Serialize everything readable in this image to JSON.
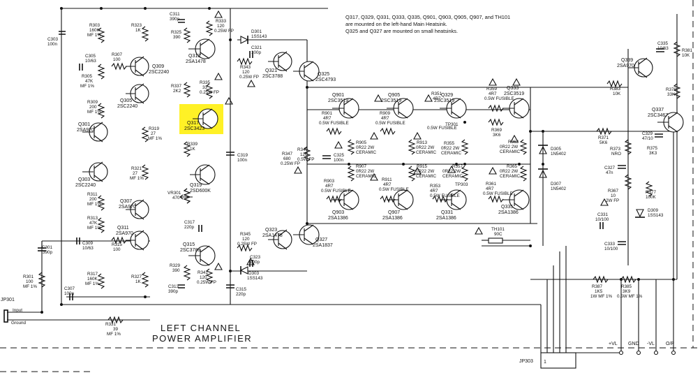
{
  "title": {
    "line1": "LEFT CHANNEL",
    "line2": "POWER AMPLIFIER"
  },
  "notes": [
    "Q317, Q329, Q331, Q333, Q335, Q901, Q903, Q905, Q907, and TH101",
    "are mounted on the left-hand Main Heatsink.",
    "Q325 and Q327 are mounted on small heatsinks."
  ],
  "highlight_color": "#ffee00",
  "jp301": {
    "name": "JP301",
    "input": "Input",
    "ground": "Ground"
  },
  "jp303": {
    "name": "JP303",
    "pin1": "1"
  },
  "output_labels": [
    "+VL",
    "GND",
    "-VL",
    "O/P"
  ],
  "transistors": [
    {
      "ref": "Q301",
      "part": "2SA970"
    },
    {
      "ref": "Q303",
      "part": "2SC2240"
    },
    {
      "ref": "Q305",
      "part": "2SC2240"
    },
    {
      "ref": "Q307",
      "part": "2SA970"
    },
    {
      "ref": "Q309",
      "part": "2SC2240"
    },
    {
      "ref": "Q311",
      "part": "2SA970"
    },
    {
      "ref": "Q313",
      "part": "2SA1478"
    },
    {
      "ref": "Q315",
      "part": "2SC3788"
    },
    {
      "ref": "Q317",
      "part": "2SC3423"
    },
    {
      "ref": "Q319",
      "part": "2SD600K"
    },
    {
      "ref": "Q321",
      "part": "2SC3788"
    },
    {
      "ref": "Q323",
      "part": "2SA1478"
    },
    {
      "ref": "Q325",
      "part": "2SC4793"
    },
    {
      "ref": "Q327",
      "part": "2SA1837"
    },
    {
      "ref": "Q329",
      "part": "2SC3519"
    },
    {
      "ref": "Q331",
      "part": "2SA1386"
    },
    {
      "ref": "Q333",
      "part": "2SC3519"
    },
    {
      "ref": "Q335",
      "part": "2SA1386"
    },
    {
      "ref": "Q337",
      "part": "2SC3467"
    },
    {
      "ref": "Q339",
      "part": "2SA970"
    },
    {
      "ref": "Q901",
      "part": "2SC3519"
    },
    {
      "ref": "Q903",
      "part": "2SA1386"
    },
    {
      "ref": "Q905",
      "part": "2SC3519"
    },
    {
      "ref": "Q907",
      "part": "2SA1386"
    }
  ],
  "resistors": [
    {
      "ref": "R301",
      "val": "100",
      "note": "MF 1%"
    },
    {
      "ref": "R303",
      "val": "160K",
      "note": "MF 1%"
    },
    {
      "ref": "R305",
      "val": "47K",
      "note": "MF 1%"
    },
    {
      "ref": "R307",
      "val": "100"
    },
    {
      "ref": "R309",
      "val": "200",
      "note": "MF 1%"
    },
    {
      "ref": "R311",
      "val": "200",
      "note": "MF 1%"
    },
    {
      "ref": "R313",
      "val": "47K",
      "note": "MF 1%"
    },
    {
      "ref": "R315",
      "val": "100"
    },
    {
      "ref": "R317",
      "val": "160K",
      "note": "MF 1%"
    },
    {
      "ref": "R319",
      "val": "27",
      "note": "MF 1%"
    },
    {
      "ref": "R321",
      "val": "27",
      "note": "MF 1%"
    },
    {
      "ref": "R323",
      "val": "1K"
    },
    {
      "ref": "R325",
      "val": "390"
    },
    {
      "ref": "R327",
      "val": "1K"
    },
    {
      "ref": "R329",
      "val": "390"
    },
    {
      "ref": "R331",
      "val": "39",
      "note": "MF 1%"
    },
    {
      "ref": "R333",
      "val": "120",
      "note": "0.25W FP"
    },
    {
      "ref": "R335",
      "val": "33",
      "note": "0.25W FP"
    },
    {
      "ref": "R337",
      "val": "2K2"
    },
    {
      "ref": "R339",
      "val": "1K"
    },
    {
      "ref": "R341",
      "val": "120",
      "note": "0.25W FP"
    },
    {
      "ref": "R343",
      "val": "120",
      "note": "0.25W FP"
    },
    {
      "ref": "R345",
      "val": "120",
      "note": "0.25W FP"
    },
    {
      "ref": "R347",
      "val": "680",
      "note": "0.25W FP"
    },
    {
      "ref": "R349",
      "val": "120",
      "note": "0.5W FP"
    },
    {
      "ref": "R351",
      "val": "4R7",
      "note": "0.5W FUSIBLE"
    },
    {
      "ref": "R353",
      "val": "4R7",
      "note": "0.5W FUSIBLE"
    },
    {
      "ref": "R355",
      "val": "0R22 2W",
      "note": "CERAMIC"
    },
    {
      "ref": "R357",
      "val": "0R22 2W",
      "note": "CERAMIC"
    },
    {
      "ref": "R359",
      "val": "4R7",
      "note": "0.5W FUSIBLE"
    },
    {
      "ref": "R361",
      "val": "4R7",
      "note": "0.5W FUSIBLE"
    },
    {
      "ref": "R363",
      "val": "0R22 2W",
      "note": "CERAMIC"
    },
    {
      "ref": "R365",
      "val": "0R22 2W",
      "note": "CERAMIC"
    },
    {
      "ref": "R367",
      "val": "10",
      "note": "2W FP"
    },
    {
      "ref": "R369",
      "val": "3K6"
    },
    {
      "ref": "R371",
      "val": "5K6"
    },
    {
      "ref": "R373",
      "val": "NRO"
    },
    {
      "ref": "R375",
      "val": "3K3"
    },
    {
      "ref": "R377",
      "val": "100K"
    },
    {
      "ref": "R379",
      "val": "33K"
    },
    {
      "ref": "R381",
      "val": "10K"
    },
    {
      "ref": "R383",
      "val": "10K"
    },
    {
      "ref": "R385",
      "val": "3K9",
      "note": "0.5W MF 1%"
    },
    {
      "ref": "R387",
      "val": "1K5",
      "note": "1W MF 1%"
    },
    {
      "ref": "R901",
      "val": "4R7",
      "note": "0.5W FUSIBLE"
    },
    {
      "ref": "R903",
      "val": "4R7",
      "note": "0.5W FUSIBLE"
    },
    {
      "ref": "R905",
      "val": "0R22 2W",
      "note": "CERAMIC"
    },
    {
      "ref": "R907",
      "val": "0R22 2W",
      "note": "CERAMIC"
    },
    {
      "ref": "R909",
      "val": "4R7",
      "note": "0.5W FUSIBLE"
    },
    {
      "ref": "R911",
      "val": "4R7",
      "note": "0.5W FUSIBLE"
    },
    {
      "ref": "R913",
      "val": "0R22 2W",
      "note": "CERAMIC"
    },
    {
      "ref": "R915",
      "val": "0R22 2W",
      "note": "CERAMIC"
    }
  ],
  "capacitors": [
    {
      "ref": "C301",
      "val": "390p"
    },
    {
      "ref": "C303",
      "val": "100n"
    },
    {
      "ref": "C305",
      "val": "10/63"
    },
    {
      "ref": "C307",
      "val": "100n"
    },
    {
      "ref": "C309",
      "val": "10/63"
    },
    {
      "ref": "C311",
      "val": "390p"
    },
    {
      "ref": "C313",
      "val": "390p"
    },
    {
      "ref": "C315",
      "val": "220p"
    },
    {
      "ref": "C317",
      "val": "220p"
    },
    {
      "ref": "C319",
      "val": "100n"
    },
    {
      "ref": "C321",
      "val": "100p"
    },
    {
      "ref": "C323",
      "val": "100p"
    },
    {
      "ref": "C325",
      "val": "100n"
    },
    {
      "ref": "C327",
      "val": "47n"
    },
    {
      "ref": "C329",
      "val": "47/10"
    },
    {
      "ref": "C331",
      "val": "10/100"
    },
    {
      "ref": "C333",
      "val": "10/100"
    },
    {
      "ref": "C335",
      "val": "10/63"
    }
  ],
  "diodes": [
    {
      "ref": "D301",
      "part": "1SS143"
    },
    {
      "ref": "D303",
      "part": "1SS143"
    },
    {
      "ref": "D305",
      "part": "1N5402"
    },
    {
      "ref": "D307",
      "part": "1N5402"
    },
    {
      "ref": "D309",
      "part": "1SS143"
    }
  ],
  "others": [
    {
      "ref": "VR301",
      "val": "470"
    },
    {
      "ref": "TH101",
      "val": "90C"
    },
    {
      "ref": "TP301",
      "val": ""
    },
    {
      "ref": "TP303",
      "val": ""
    }
  ]
}
